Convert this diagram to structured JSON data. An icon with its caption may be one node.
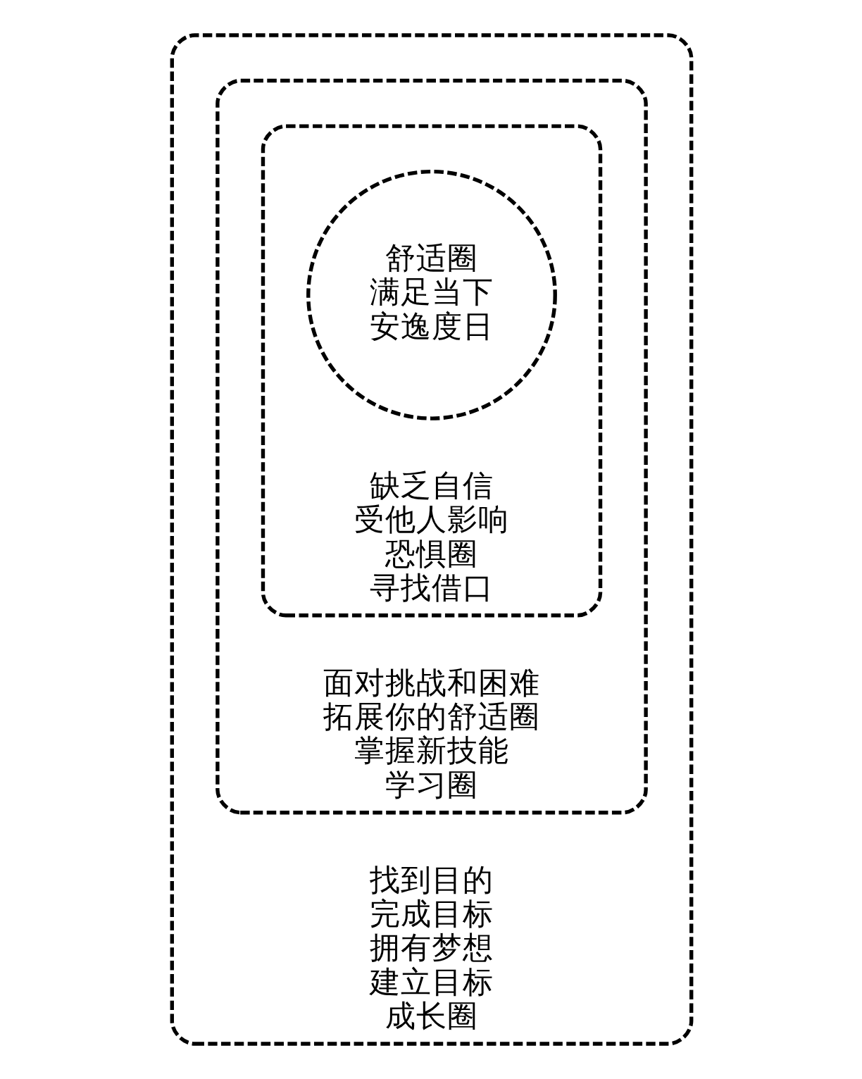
{
  "diagram": {
    "nodes": [
      {
        "text": [
          "找到目的",
          "完成目标",
          "拥有梦想",
          "建立目标",
          "成长圈"
        ]
      },
      {
        "text": [
          "面对挑战和困难",
          "拓展你的舒适圈",
          "掌握新技能",
          "学习圈"
        ],
        "in": 0
      },
      {
        "text": [
          "缺乏自信",
          "受他人影响",
          "恐惧圈",
          "寻找借口"
        ],
        "in": 1
      },
      {
        "text": [
          "舒适圈",
          "满足当下",
          "安逸度日"
        ],
        "in": 2
      }
    ]
  }
}
